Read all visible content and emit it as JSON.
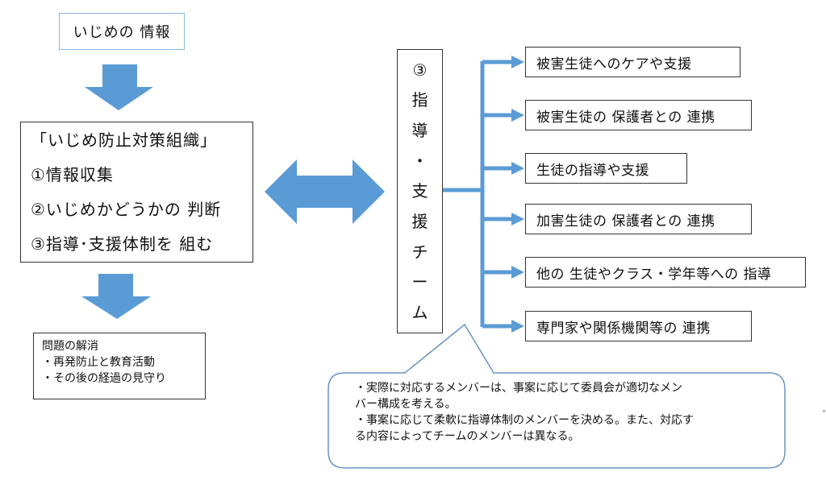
{
  "colors": {
    "arrow_fill": "#5b9bd5",
    "connector": "#5b9bd5",
    "info_border": "#8ab4e0",
    "callout_border": "#6a93c3",
    "box_border": "#333333"
  },
  "info_box": {
    "label": "いじめの 情報"
  },
  "org_box": {
    "title": "「いじめ防止対策組織」",
    "steps": [
      "①情報収集",
      "②いじめかどうかの 判断",
      "③指導･支援体制を 組む"
    ]
  },
  "result_box": {
    "title": "問題の解消",
    "items": [
      "・再発防止と教育活動",
      "・その後の経過の見守り"
    ]
  },
  "team_box": {
    "chars": [
      "③",
      "指",
      "導",
      "・",
      "支",
      "援",
      "チ",
      "ー",
      "ム"
    ]
  },
  "branches": [
    "被害生徒へのケアや支援",
    "被害生徒の 保護者との 連携",
    "生徒の指導や支援",
    "加害生徒の 保護者との 連携",
    "他の 生徒やクラス・学年等への 指導",
    "専門家や関係機関等の 連携"
  ],
  "callout": {
    "lines": [
      "・実際に対応するメンバーは、事案に応じて委員会が適切なメン",
      "バー構成を考える。",
      "・事案に応じて柔軟に指導体制のメンバーを決める。また、対応す",
      "る内容によってチームのメンバーは異なる。"
    ]
  },
  "icons": {
    "arrow_down_1": "down-arrow",
    "arrow_down_2": "down-arrow",
    "double_arrow": "left-right-arrow"
  }
}
